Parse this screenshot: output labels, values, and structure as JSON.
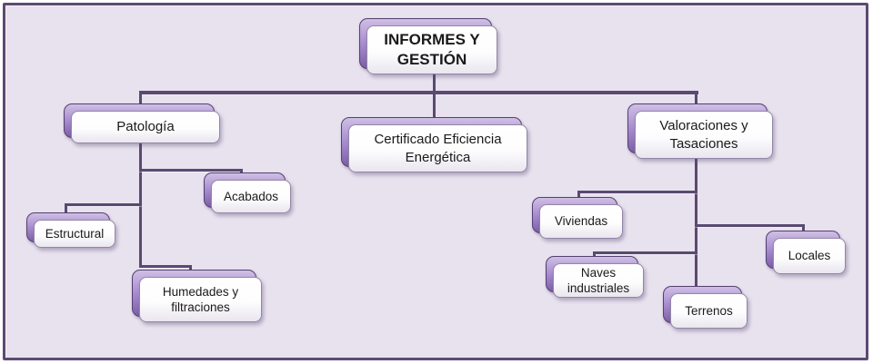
{
  "diagram": {
    "type": "org-chart",
    "title": "INFORMES Y GESTIÓN",
    "nodes": {
      "informes": "INFORMES Y GESTIÓN",
      "patologia": "Patología",
      "certificado": "Certificado Eficiencia Energética",
      "valoraciones": "Valoraciones y Tasaciones",
      "acabados": "Acabados",
      "estructural": "Estructural",
      "humedades": "Humedades y filtraciones",
      "viviendas": "Viviendas",
      "naves": "Naves industriales",
      "terrenos": "Terrenos",
      "locales": "Locales"
    },
    "hierarchy": [
      {
        "parent": "INFORMES Y GESTIÓN",
        "children": [
          "Patología",
          "Certificado Eficiencia Energética",
          "Valoraciones y Tasaciones"
        ]
      },
      {
        "parent": "Patología",
        "children": [
          "Acabados",
          "Estructural",
          "Humedades y filtraciones"
        ]
      },
      {
        "parent": "Valoraciones y Tasaciones",
        "children": [
          "Viviendas",
          "Naves industriales",
          "Terrenos",
          "Locales"
        ]
      }
    ],
    "colors": {
      "background": "#e8e2ef",
      "frame_border": "#5c4a73",
      "connector": "#5a4a71",
      "shadow_light": "#cfbfe5",
      "shadow_mid": "#a98ed0",
      "shadow_dark": "#7c5ea7",
      "shadow_border": "#544170",
      "box_border": "#9286a8",
      "text": "#1a1a1a"
    }
  }
}
